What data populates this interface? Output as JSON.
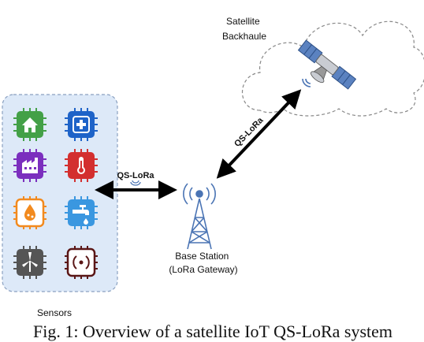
{
  "diagram": {
    "satellite_label": [
      "Satellite",
      "Backhaule"
    ],
    "base_station_label": [
      "Base Station",
      "(LoRa Gateway)"
    ],
    "link_label_left": "QS-LoRa",
    "link_label_diag": "QS-LoRa",
    "sensors_label": "Sensors",
    "caption": "Fig. 1: Overview of a satellite IoT QS-LoRa system",
    "colors": {
      "sensor_panel_fill": "#dde9f8",
      "sensor_panel_border": "#8aa0c0",
      "tower": "#4a74b4",
      "arrow": "#000000",
      "sensor_home": "#43a047",
      "sensor_medical": "#1e63c8",
      "sensor_factory": "#7b2fbe",
      "sensor_thermo": "#d32f2f",
      "sensor_water": "#f28a1e",
      "sensor_tap": "#3a97e0",
      "sensor_wind": "#555555",
      "sensor_chip": "#5a1616"
    }
  }
}
